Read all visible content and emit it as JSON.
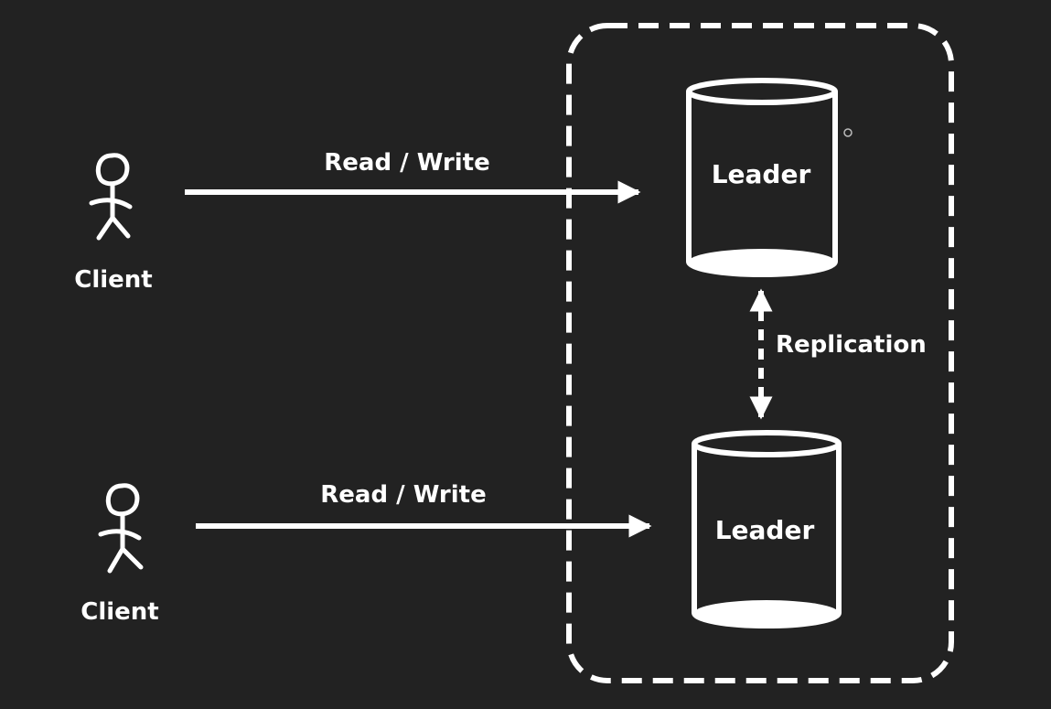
{
  "colors": {
    "background": "#222222",
    "stroke": "#ffffff"
  },
  "clients": [
    {
      "label": "Client",
      "icon": "stick-figure-icon"
    },
    {
      "label": "Client",
      "icon": "stick-figure-icon"
    }
  ],
  "connections": [
    {
      "label": "Read / Write"
    },
    {
      "label": "Read / Write"
    }
  ],
  "databases": [
    {
      "label": "Leader",
      "icon": "database-cylinder-icon"
    },
    {
      "label": "Leader",
      "icon": "database-cylinder-icon"
    }
  ],
  "replication": {
    "label": "Replication"
  }
}
